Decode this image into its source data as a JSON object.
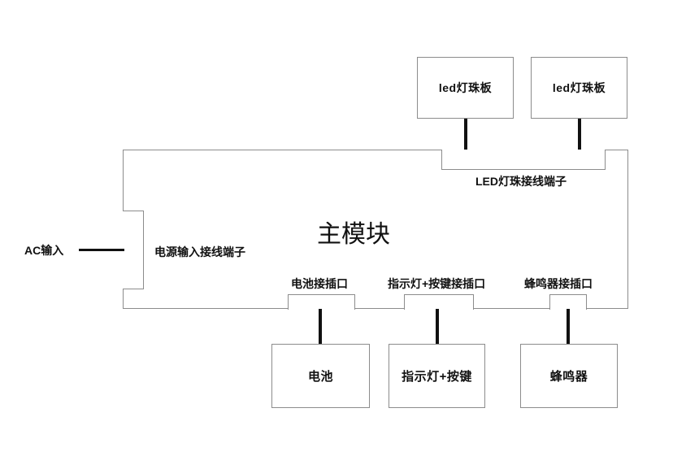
{
  "diagram": {
    "title": "主模块",
    "type": "block-diagram",
    "background_color": "#ffffff",
    "line_color": "#8c8c8c",
    "wire_color": "#111111"
  },
  "main_module": {
    "label": "主模块",
    "power_terminal_label": "电源输入接线端子",
    "led_terminal_label": "LED灯珠接线端子",
    "connectors": [
      {
        "label": "电池接插口"
      },
      {
        "label": "指示灯+按键接插口"
      },
      {
        "label": "蜂鸣器接插口"
      }
    ]
  },
  "input": {
    "ac_label": "AC输入"
  },
  "led_boards": [
    {
      "label": "led灯珠板"
    },
    {
      "label": "led灯珠板"
    }
  ],
  "peripherals": [
    {
      "label": "电池"
    },
    {
      "label": "指示灯+按键"
    },
    {
      "label": "蜂鸣器"
    }
  ]
}
